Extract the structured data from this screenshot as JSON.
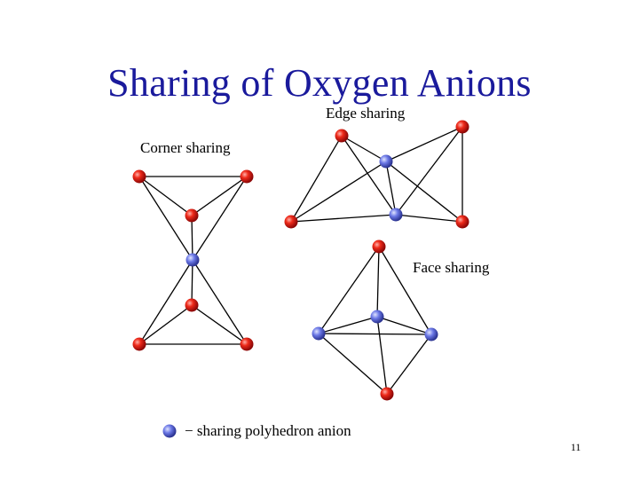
{
  "title": "Sharing of Oxygen Anions",
  "labels": {
    "corner": "Corner sharing",
    "edge": "Edge sharing",
    "face": "Face sharing"
  },
  "legend": {
    "text": "− sharing polyhedron anion",
    "icon": "blue-sphere"
  },
  "page_number": "11",
  "colors": {
    "title": "#1a1a9c",
    "oxygen_anion": "#e01010",
    "shared_anion": "#5a68d8"
  }
}
